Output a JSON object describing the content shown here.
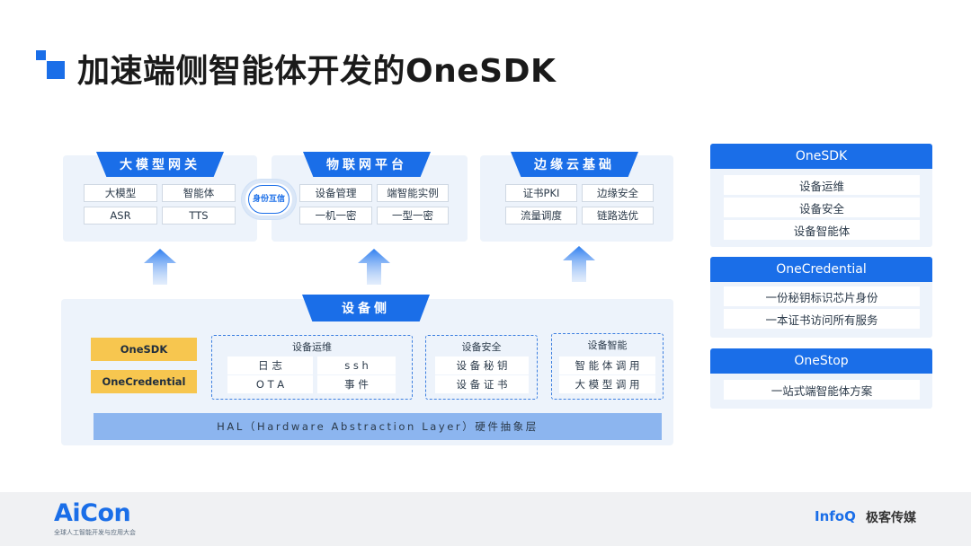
{
  "title": "加速端侧智能体开发的OneSDK",
  "top_blocks": [
    {
      "title": "大模型网关",
      "cells": [
        "大模型",
        "智能体",
        "ASR",
        "TTS"
      ]
    },
    {
      "title": "物联网平台",
      "cells": [
        "设备管理",
        "端智能实例",
        "一机一密",
        "一型一密"
      ]
    },
    {
      "title": "边缘云基础",
      "cells": [
        "证书PKI",
        "边缘安全",
        "流量调度",
        "链路选优"
      ]
    }
  ],
  "badge": "身份互信",
  "device": {
    "title": "设备侧",
    "tags": [
      "OneSDK",
      "OneCredential"
    ],
    "groups": [
      {
        "title": "设备运维",
        "cells": [
          "日 志",
          "s s h",
          "O T A",
          "事 件"
        ]
      },
      {
        "title": "设备安全",
        "cells": [
          "设 备 秘 钥",
          "设 备 证 书"
        ]
      },
      {
        "title": "设备智能",
        "cells": [
          "智 能 体 调 用",
          "大 模 型 调 用"
        ]
      }
    ],
    "hal": "HAL（Hardware Abstraction Layer）硬件抽象层"
  },
  "right_cards": [
    {
      "title": "OneSDK",
      "items": [
        "设备运维",
        "设备安全",
        "设备智能体"
      ]
    },
    {
      "title": "OneCredential",
      "items": [
        "一份秘钥标识芯片身份",
        "一本证书访问所有服务"
      ]
    },
    {
      "title": "OneStop",
      "items": [
        "一站式端智能体方案"
      ]
    }
  ],
  "footer": {
    "aicon": "AiCon",
    "aicon_sub": "全球人工智能开发与应用大会",
    "infoq": "InfoQ",
    "geek": "极客传媒"
  },
  "colors": {
    "accent": "#1a6ee8",
    "panel": "#edf3fb",
    "tag": "#f7c64f",
    "hal": "#8cb5ef"
  }
}
